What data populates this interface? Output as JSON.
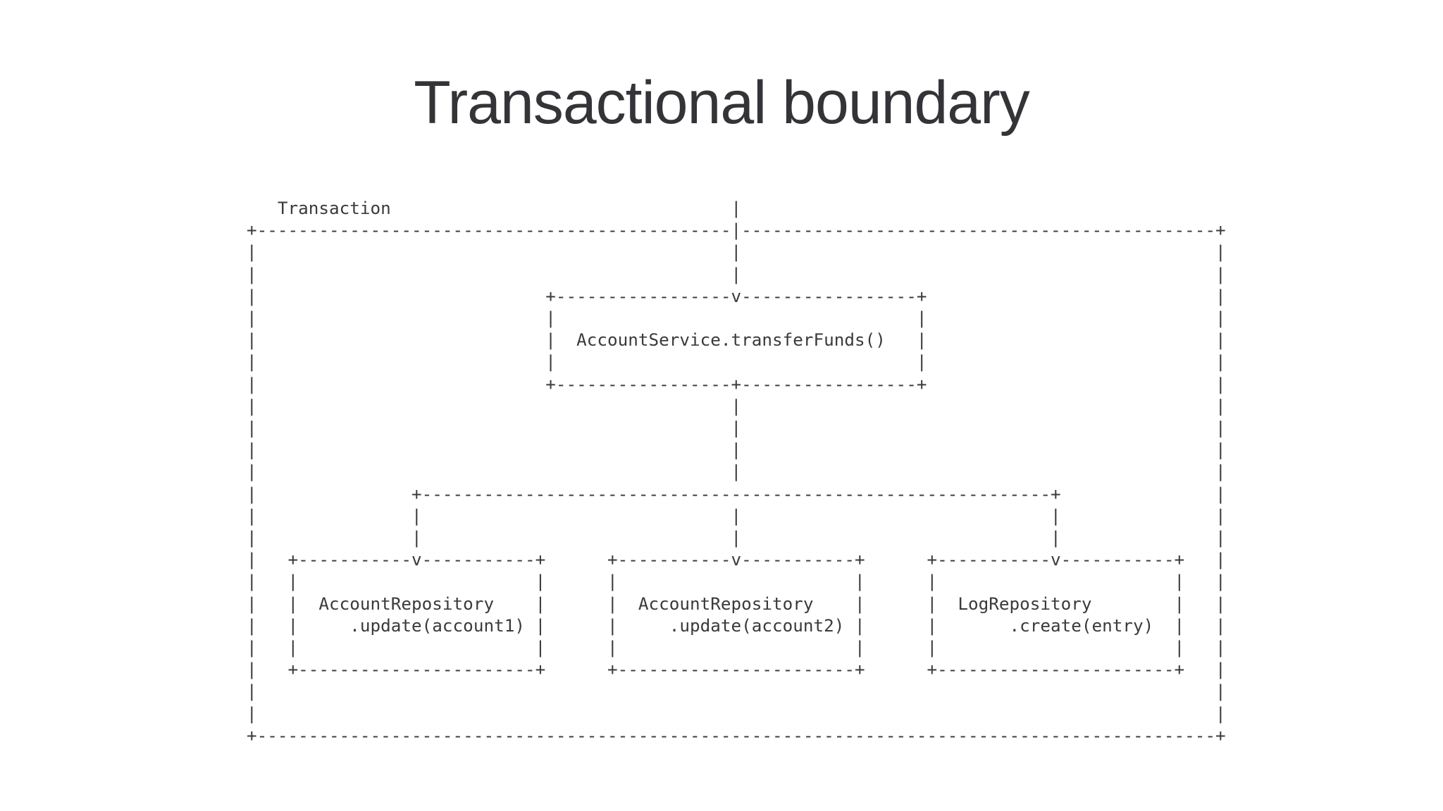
{
  "colors": {
    "background": "#ffffff",
    "title_text": "#343438",
    "diagram_text": "#3a3a3a"
  },
  "title": {
    "text": "Transactional boundary"
  },
  "diagram": {
    "region_label": "Transaction",
    "nodes": [
      "AccountService.transferFunds()",
      "AccountRepository.update(account1)",
      "AccountRepository.update(account2)",
      "LogRepository.create(entry)"
    ],
    "ascii_lines": [
      "   Transaction                                 |",
      "+----------------------------------------------|----------------------------------------------+",
      "|                                              |                                              |",
      "|                                              |                                              |",
      "|                            +-----------------v-----------------+                            |",
      "|                            |                                   |                            |",
      "|                            |  AccountService.transferFunds()   |                            |",
      "|                            |                                   |                            |",
      "|                            +-----------------+-----------------+                            |",
      "|                                              |                                              |",
      "|                                              |                                              |",
      "|                                              |                                              |",
      "|                                              |                                              |",
      "|               +-------------------------------------------------------------+               |",
      "|               |                              |                              |               |",
      "|               |                              |                              |               |",
      "|   +-----------v-----------+      +-----------v-----------+      +-----------v-----------+   |",
      "|   |                       |      |                       |      |                       |   |",
      "|   |  AccountRepository    |      |  AccountRepository    |      |  LogRepository        |   |",
      "|   |     .update(account1) |      |     .update(account2) |      |       .create(entry)  |   |",
      "|   |                       |      |                       |      |                       |   |",
      "|   +-----------------------+      +-----------------------+      +-----------------------+   |",
      "|                                                                                             |",
      "|                                                                                             |",
      "+---------------------------------------------------------------------------------------------+"
    ]
  }
}
